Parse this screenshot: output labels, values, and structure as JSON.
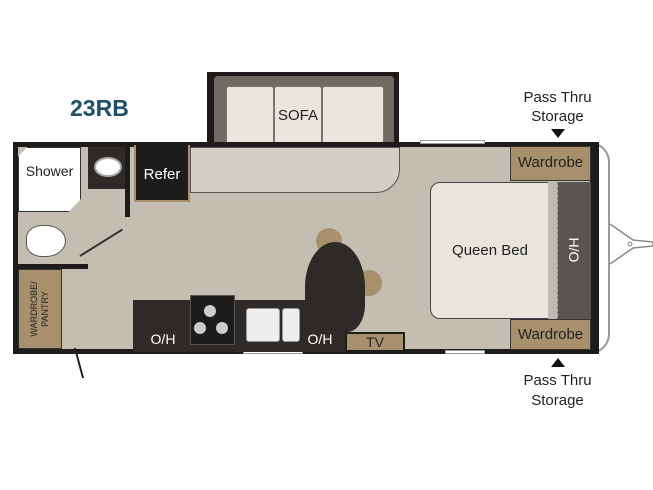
{
  "model": "23RB",
  "labels": {
    "sofa": "SOFA",
    "shower": "Shower",
    "refer": "Refer",
    "wardrobe_pantry": "WARDROBE/ PANTRY",
    "oh_left": "O/H",
    "oh_right": "O/H",
    "tv": "TV",
    "queen_bed": "Queen Bed",
    "ho": "H/O",
    "wardrobe_top": "Wardrobe",
    "wardrobe_bottom": "Wardrobe",
    "pass_thru_top_1": "Pass Thru",
    "pass_thru_top_2": "Storage",
    "pass_thru_bottom_1": "Pass Thru",
    "pass_thru_bottom_2": "Storage"
  },
  "colors": {
    "title": "#1d4e6b",
    "floor": "#c4beb2",
    "wall": "#1e1c1a",
    "cabinet": "#a8906c",
    "countertop": "#d3cfc7"
  }
}
